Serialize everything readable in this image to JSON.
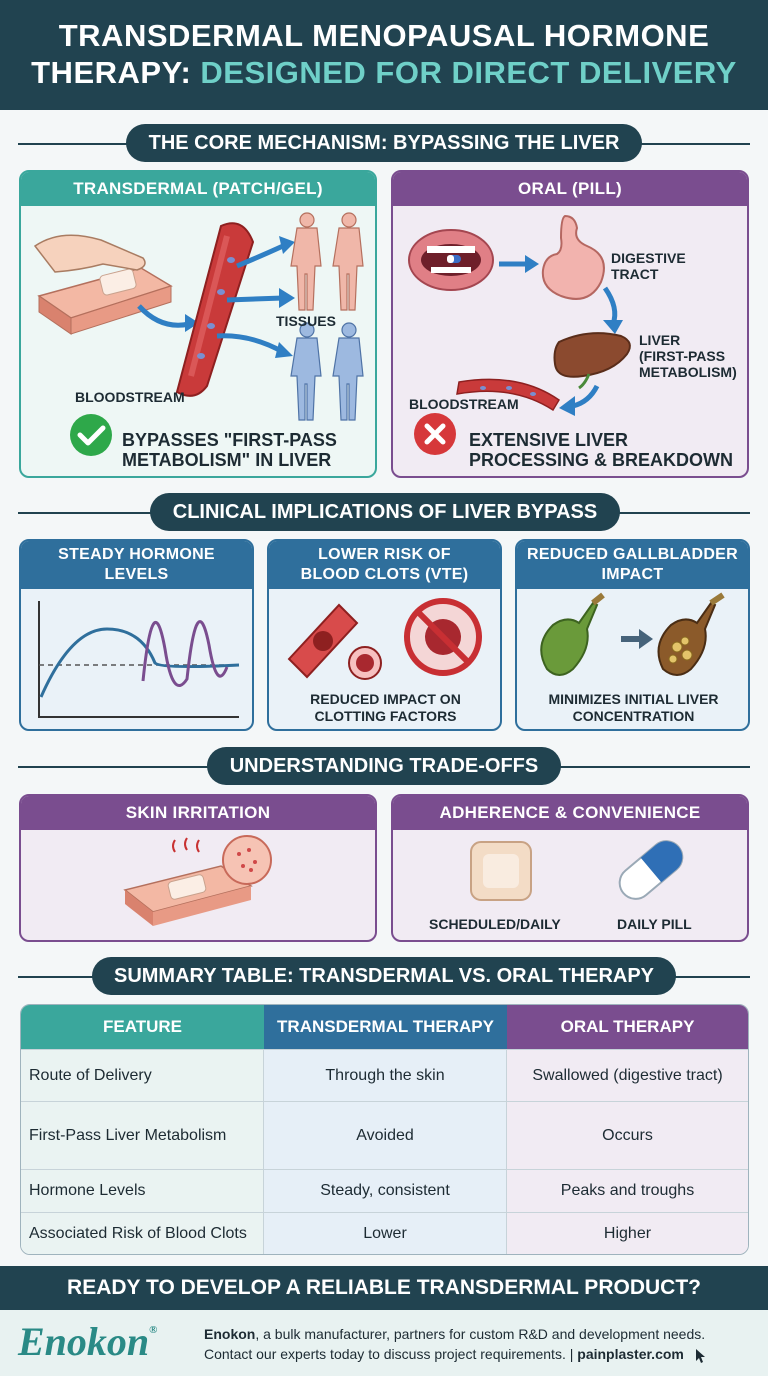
{
  "header": {
    "line1": "TRANSDERMAL MENOPAUSAL HORMONE",
    "line2_white": "THERAPY: ",
    "line2_teal": "DESIGNED FOR DIRECT DELIVERY"
  },
  "core": {
    "title": "THE CORE MECHANISM: BYPASSING THE LIVER",
    "transdermal": {
      "title": "TRANSDERMAL (PATCH/GEL)",
      "tissues": "TISSUES",
      "bloodstream": "BLOODSTREAM",
      "result": [
        "BYPASSES \"FIRST-PASS",
        "METABOLISM\" IN LIVER"
      ]
    },
    "oral": {
      "title": "ORAL (PILL)",
      "digestive": [
        "DIGESTIVE",
        "TRACT"
      ],
      "liver": [
        "LIVER",
        "(FIRST-PASS",
        "METABOLISM)"
      ],
      "bloodstream": "BLOODSTREAM",
      "result": [
        "EXTENSIVE LIVER",
        "PROCESSING & BREAKDOWN"
      ]
    }
  },
  "clinical": {
    "title": "CLINICAL IMPLICATIONS OF LIVER BYPASS",
    "cards": [
      {
        "title": [
          "STEADY HORMONE",
          "LEVELS"
        ],
        "caption": []
      },
      {
        "title": [
          "LOWER RISK OF",
          "BLOOD CLOTS (VTE)"
        ],
        "caption": [
          "REDUCED IMPACT ON",
          "CLOTTING FACTORS"
        ]
      },
      {
        "title": [
          "REDUCED GALLBLADDER",
          "IMPACT"
        ],
        "caption": [
          "MINIMIZES INITIAL LIVER",
          "CONCENTRATION"
        ]
      }
    ]
  },
  "tradeoffs": {
    "title": "UNDERSTANDING TRADE-OFFS",
    "skin": {
      "title": "SKIN IRRITATION"
    },
    "adherence": {
      "title": "ADHERENCE & CONVENIENCE",
      "left": "SCHEDULED/DAILY",
      "right": "DAILY PILL"
    }
  },
  "summary": {
    "title": "SUMMARY TABLE: TRANSDERMAL VS. ORAL THERAPY",
    "headers": [
      "FEATURE",
      "TRANSDERMAL THERAPY",
      "ORAL THERAPY"
    ],
    "rows": [
      [
        "Route of Delivery",
        "Through the skin",
        "Swallowed (digestive tract)"
      ],
      [
        "First-Pass Liver Metabolism",
        "Avoided",
        "Occurs"
      ],
      [
        "Hormone Levels",
        "Steady, consistent",
        "Peaks and troughs"
      ],
      [
        "Associated Risk of Blood Clots",
        "Lower",
        "Higher"
      ]
    ]
  },
  "cta": "READY TO DEVELOP A RELIABLE TRANSDERMAL PRODUCT?",
  "footer": {
    "logo": "Enokon",
    "reg": "®",
    "brand": "Enokon",
    "text1": ", a bulk manufacturer, partners for custom R&D and development needs.",
    "text2": "Contact our experts today to discuss project requirements. | ",
    "site": "painplaster.com"
  },
  "colors": {
    "navy": "#214350",
    "teal": "#3aa79c",
    "purple": "#7a4d8f",
    "blue": "#2f6f9c"
  }
}
